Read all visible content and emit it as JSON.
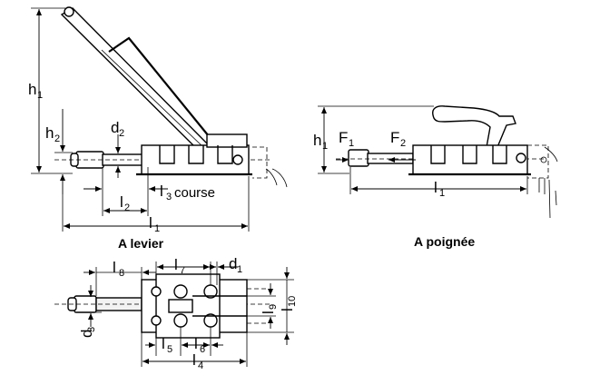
{
  "captions": {
    "lever": "A levier",
    "handle": "A poignée"
  },
  "labels": {
    "h1": "h",
    "h1_sub": "1",
    "h2": "h",
    "h2_sub": "2",
    "d2": "d",
    "d2_sub": "2",
    "l2": "l",
    "l2_sub": "2",
    "l3": "l",
    "l3_sub": "3",
    "l3_suffix": "course",
    "l1": "l",
    "l1_sub": "1",
    "r_h1": "h",
    "r_h1_sub": "1",
    "F1": "F",
    "F1_sub": "1",
    "F2": "F",
    "F2_sub": "2",
    "r_l1": "l",
    "r_l1_sub": "1",
    "l8": "l",
    "l8_sub": "8",
    "l7": "l",
    "l7_sub": "7",
    "d1": "d",
    "d1_sub": "1",
    "l9": "l",
    "l9_sub": "9",
    "l10": "l",
    "l10_sub": "10",
    "d3": "d",
    "d3_sub": "3",
    "l5": "l",
    "l5_sub": "5",
    "l6": "l",
    "l6_sub": "6",
    "l4": "l",
    "l4_sub": "4"
  }
}
